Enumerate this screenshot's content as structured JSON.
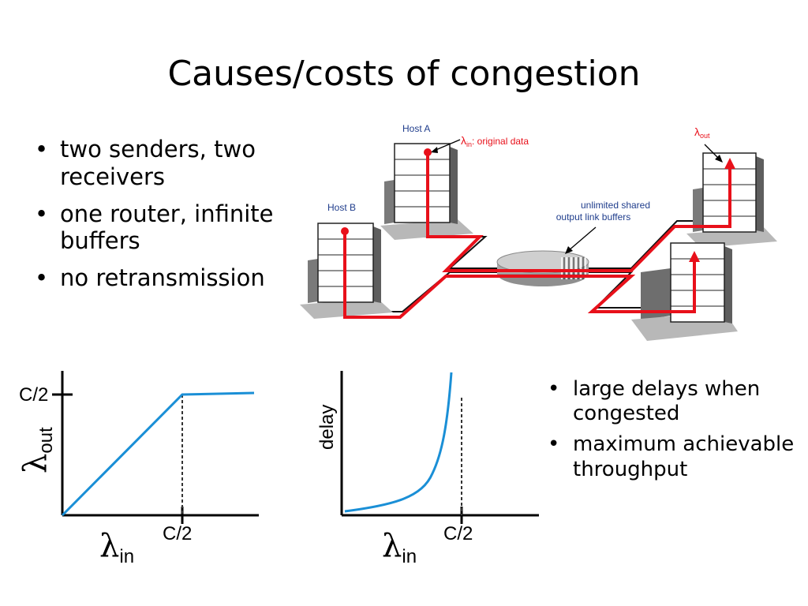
{
  "slide": {
    "title": "Causes/costs of congestion",
    "bullets_left": [
      "two senders, two receivers",
      "one router, infinite buffers",
      "no retransmission"
    ],
    "bullets_right": [
      "large delays when congested",
      "maximum achievable throughput"
    ]
  },
  "network_diagram": {
    "host_a_label": "Host A",
    "host_b_label": "Host B",
    "lambda_symbol": "λ",
    "in_sub": "in",
    "out_sub": "out",
    "original_data_label": ": original data",
    "buffers_label_line1": "unlimited shared",
    "buffers_label_line2": "output link buffers",
    "colors": {
      "flow": "#e8101a",
      "label_blue": "#1f3d8c",
      "host_gray": "#8a8a8a"
    }
  },
  "throughput_graph": {
    "y_tick": "C/2",
    "x_tick": "C/2",
    "y_label_sub": "out",
    "x_label_sub": "in",
    "line_color": "#1a8fd6"
  },
  "delay_graph": {
    "y_label": "delay",
    "x_tick": "C/2",
    "x_label_sub": "in",
    "line_color": "#1a8fd6"
  }
}
